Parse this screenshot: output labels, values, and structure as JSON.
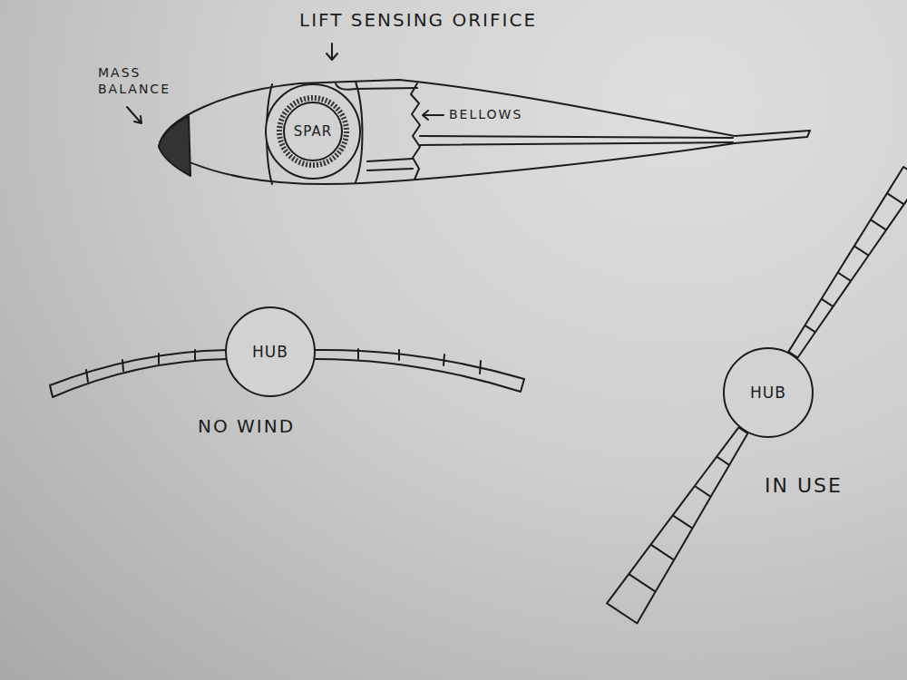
{
  "diagram": {
    "nodes": [
      {
        "text": [
          "SPAR"
        ]
      },
      {
        "text": [
          "HUB"
        ]
      },
      {
        "text": [
          "HUB"
        ]
      }
    ],
    "labels": [
      "LIFT SENSING ORIFICE",
      "MASS BALANCE",
      "BELLOWS",
      "NO WIND",
      "IN USE"
    ]
  }
}
